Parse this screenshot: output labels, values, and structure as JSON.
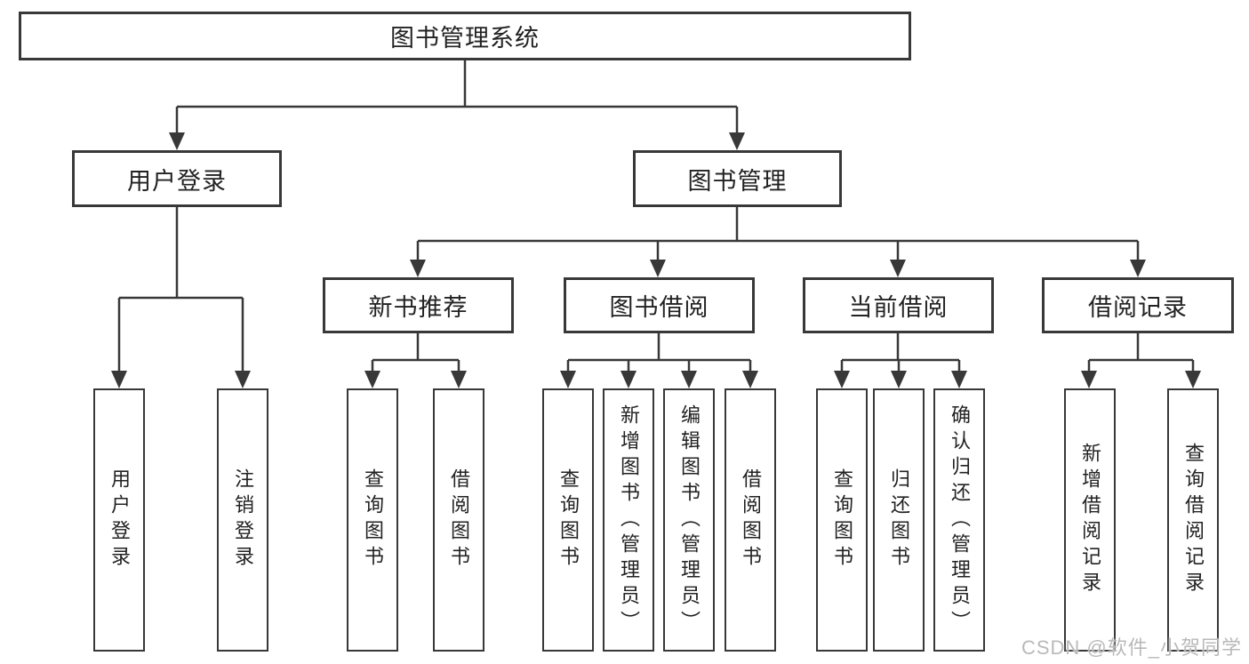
{
  "tree": {
    "root": "图书管理系统",
    "children": [
      {
        "label": "用户登录",
        "children": [
          "用户登录",
          "注销登录"
        ]
      },
      {
        "label": "图书管理",
        "children": [
          {
            "label": "新书推荐",
            "children": [
              "查询图书",
              "借阅图书"
            ]
          },
          {
            "label": "图书借阅",
            "children": [
              "查询图书",
              "新增图书（管理员）",
              "编辑图书（管理员）",
              "借阅图书"
            ]
          },
          {
            "label": "当前借阅",
            "children": [
              "查询图书",
              "归还图书",
              "确认归还（管理员）"
            ]
          },
          {
            "label": "借阅记录",
            "children": [
              "新增借阅记录",
              "查询借阅记录"
            ]
          }
        ]
      }
    ]
  },
  "watermark": {
    "text": "CSDN @软件_小贺同学",
    "color": "#b9b9b9"
  },
  "colors": {
    "line": "#383838",
    "box_border": "#383838",
    "text": "#222222",
    "background": "#ffffff"
  }
}
